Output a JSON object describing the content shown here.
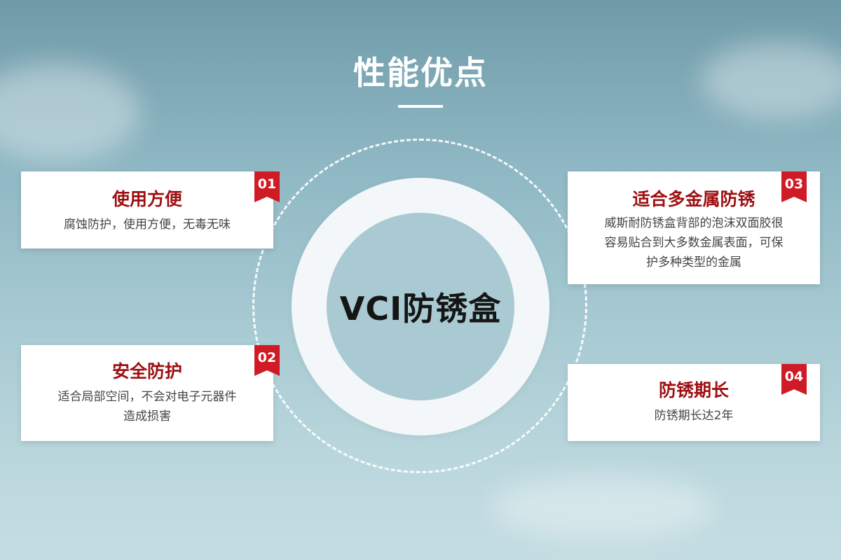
{
  "title": "性能优点",
  "center_label": "VCI防锈盒",
  "cards": [
    {
      "number": "01",
      "heading": "使用方便",
      "lines": [
        "腐蚀防护，使用方便，无毒无味"
      ]
    },
    {
      "number": "02",
      "heading": "安全防护",
      "lines": [
        "适合局部空间，不会对电子元器件",
        "造成损害"
      ]
    },
    {
      "number": "03",
      "heading": "适合多金属防锈",
      "lines": [
        "威斯耐防锈盒背部的泡沫双面胶很",
        "容易贴合到大多数金属表面，可保",
        "护多种类型的金属"
      ]
    },
    {
      "number": "04",
      "heading": "防锈期长",
      "lines": [
        "防锈期长达2年"
      ]
    }
  ],
  "colors": {
    "accent": "#cf1b26",
    "heading": "#9e0f12",
    "background_sky": "#a9cbd3"
  }
}
